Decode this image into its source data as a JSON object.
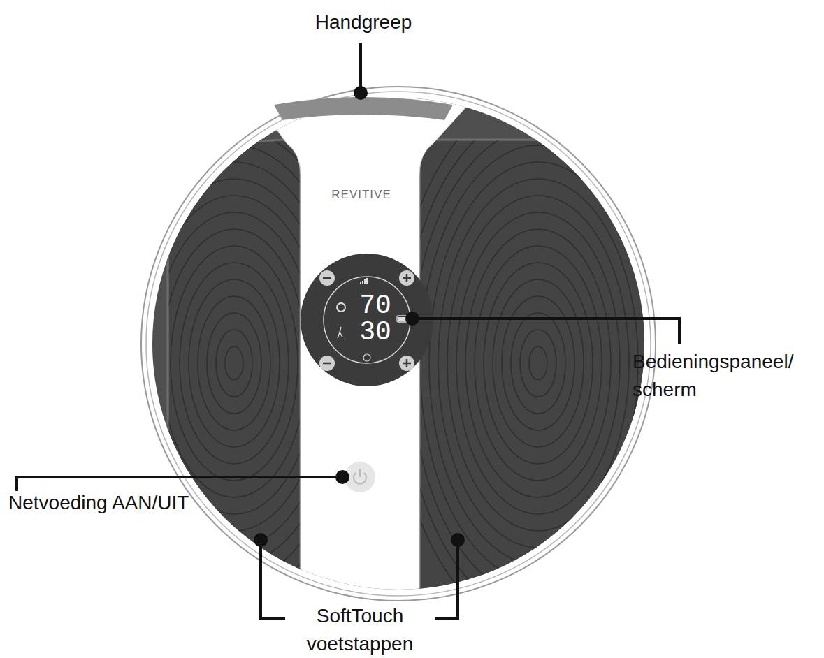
{
  "diagram": {
    "labels": [
      "Handgreep",
      "REVITIVE",
      "70",
      "30",
      "Bedieningspaneel/ scherm",
      "Netvoeding AAN/UIT",
      "SoftTouch voetstappen"
    ]
  }
}
